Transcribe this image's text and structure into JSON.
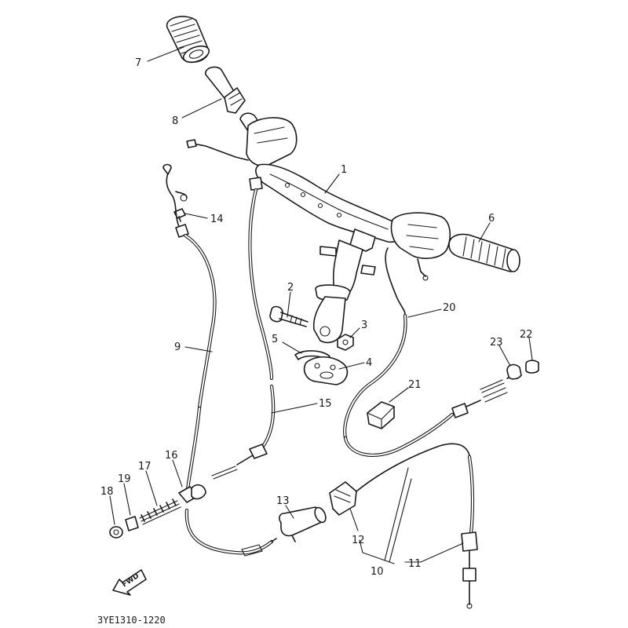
{
  "diagram_code": "3YE1310-1220",
  "direction_label": "FWD",
  "callouts": [
    "1",
    "2",
    "3",
    "4",
    "5",
    "6",
    "7",
    "8",
    "9",
    "10",
    "11",
    "12",
    "13",
    "14",
    "15",
    "16",
    "17",
    "18",
    "19",
    "20",
    "21",
    "22",
    "23"
  ]
}
